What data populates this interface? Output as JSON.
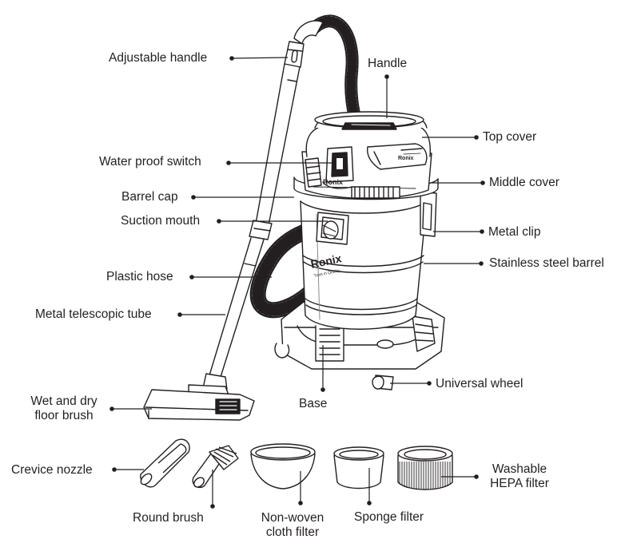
{
  "diagram": {
    "brand": "Ronix",
    "brand_tagline": "Trust in Quality",
    "labels": {
      "adjustable_handle": "Adjustable handle",
      "handle": "Handle",
      "top_cover": "Top cover",
      "water_proof_switch": "Water proof switch",
      "middle_cover": "Middle cover",
      "barrel_cap": "Barrel cap",
      "suction_mouth": "Suction mouth",
      "metal_clip": "Metal clip",
      "stainless_steel_barrel": "Stainless steel barrel",
      "plastic_hose": "Plastic hose",
      "metal_telescopic_tube": "Metal telescopic tube",
      "universal_wheel": "Universal wheel",
      "base": "Base",
      "wet_dry_floor_brush_line1": "Wet and dry",
      "wet_dry_floor_brush_line2": "floor brush",
      "crevice_nozzle": "Crevice nozzle",
      "round_brush": "Round brush",
      "non_woven_line1": "Non-woven",
      "non_woven_line2": "cloth filter",
      "sponge_filter": "Sponge filter",
      "hepa_line1": "Washable",
      "hepa_line2": "HEPA filter"
    }
  }
}
